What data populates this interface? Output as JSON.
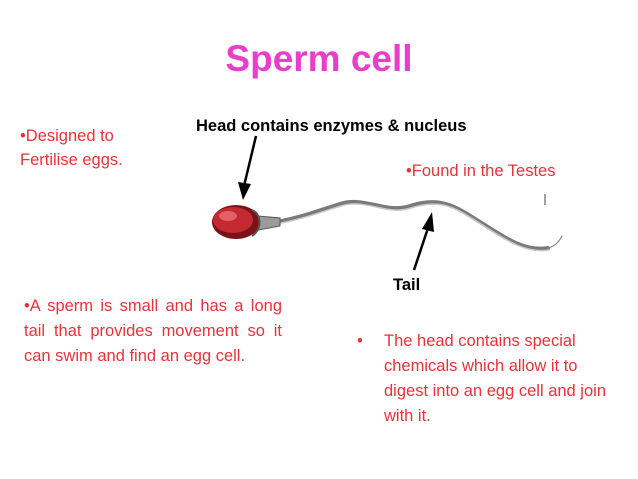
{
  "title": "Sperm cell",
  "labels": {
    "head": "Head contains enzymes & nucleus",
    "tail": "Tail"
  },
  "notes": {
    "designed": "•Designed to Fertilise eggs.",
    "testes": "•Found in the Testes",
    "small": "•A sperm is small and has a long tail that provides movement so it can swim and find an egg cell.",
    "head_bullet": "•",
    "head_text": "The head contains special chemicals which allow it to digest into an egg cell and join with it."
  },
  "colors": {
    "title": "#e83ec9",
    "note": "#e8323a",
    "label": "#000000",
    "sperm_head": "#b4202a",
    "sperm_tail": "#6f6f6f"
  }
}
